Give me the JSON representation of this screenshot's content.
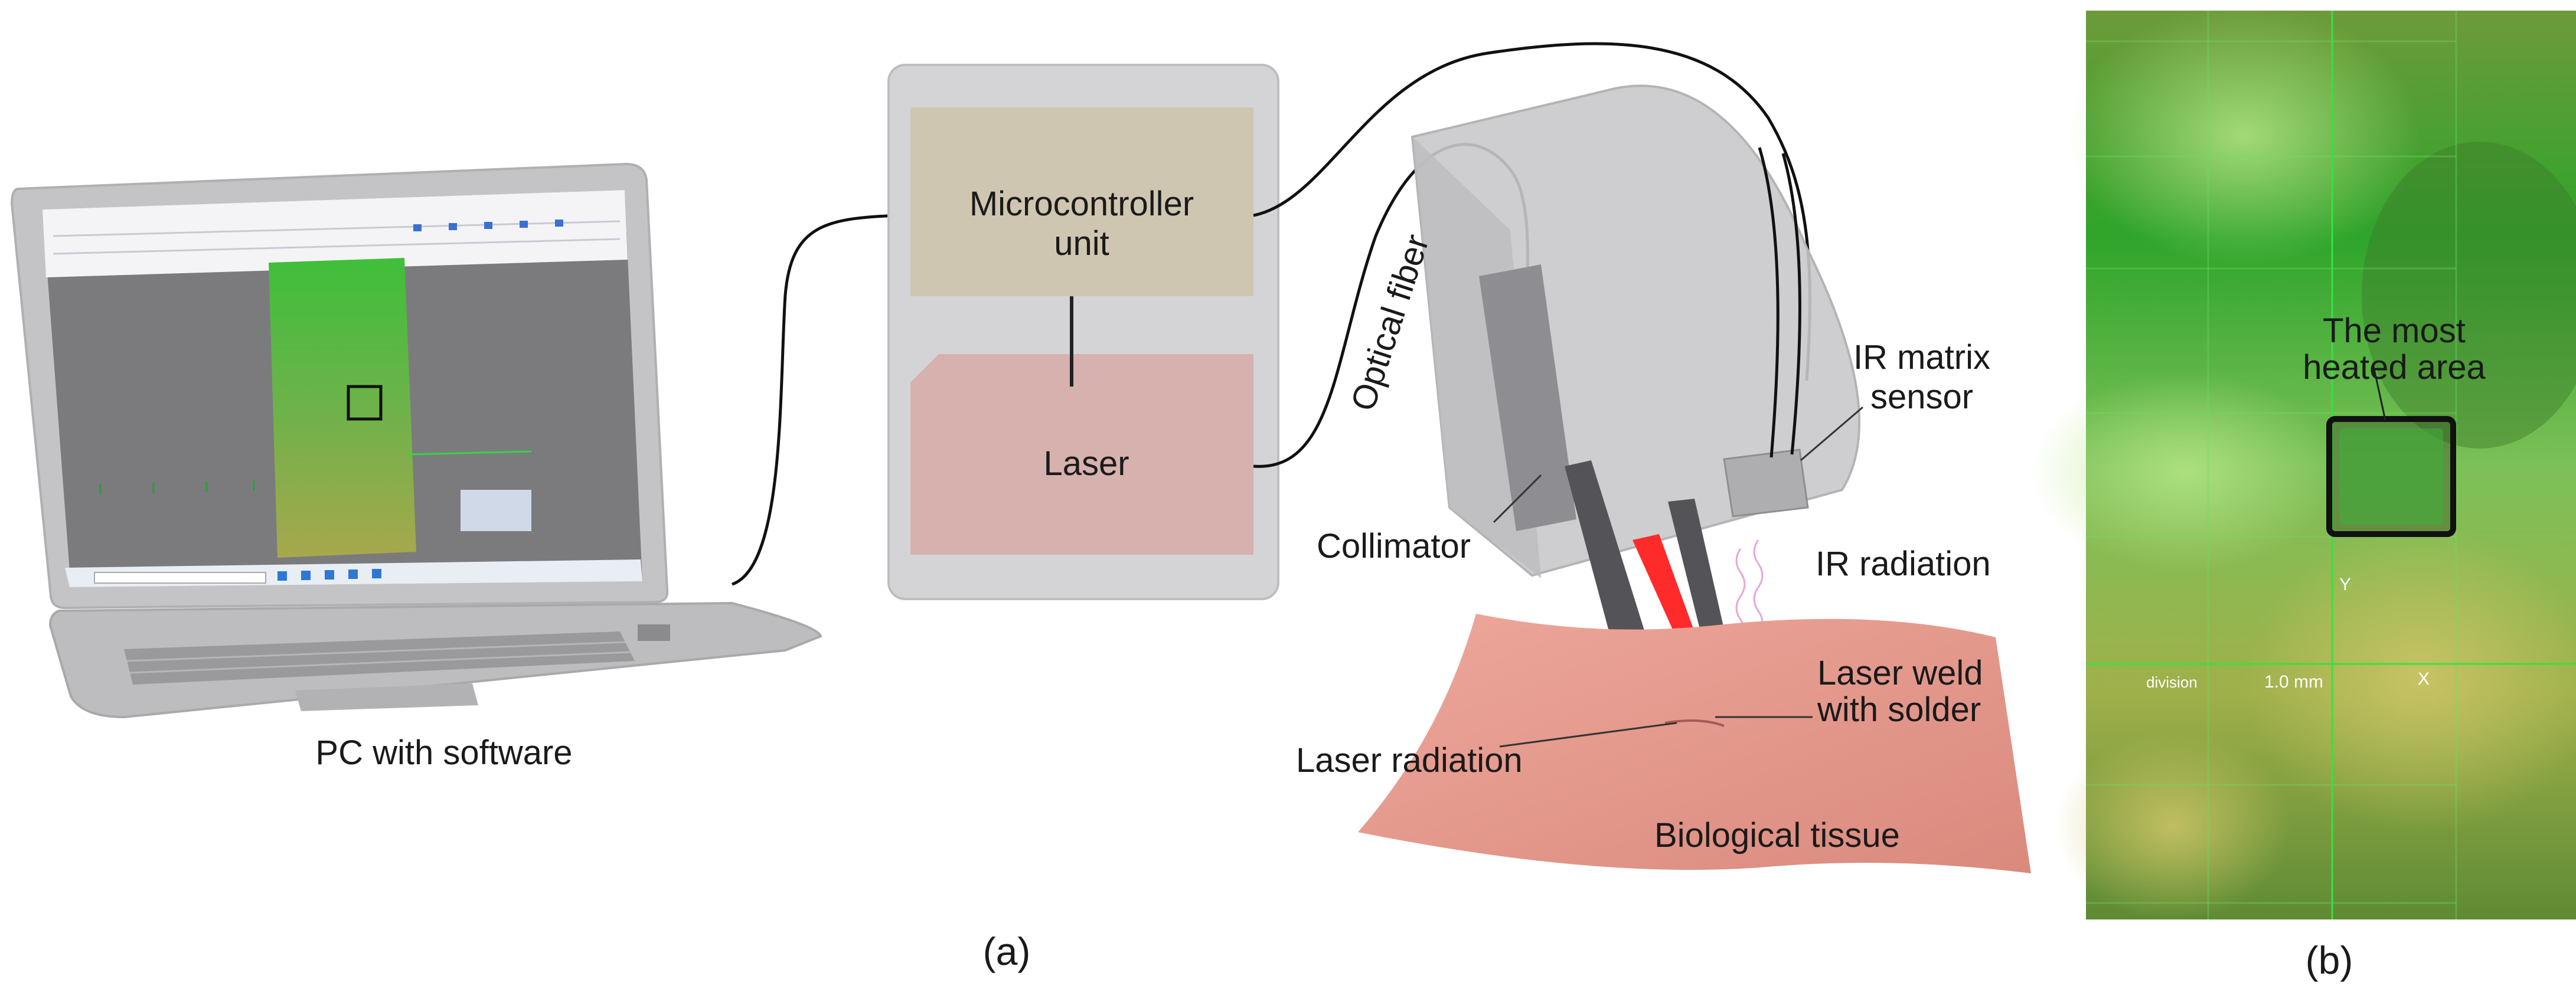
{
  "labels": {
    "pc": "PC with software",
    "microcontroller_line1": "Microcontroller",
    "microcontroller_line2": "unit",
    "laser": "Laser",
    "optical_fiber": "Optical fiber",
    "ir_sensor_line1": "IR matrix",
    "ir_sensor_line2": "sensor",
    "collimator": "Collimator",
    "ir_radiation": "IR radiation",
    "laser_weld_line1": "Laser weld",
    "laser_weld_line2": "with solder",
    "laser_radiation": "Laser radiation",
    "bio_tissue": "Biological tissue",
    "panel_a": "(a)",
    "panel_b": "(b)",
    "heated_line1": "The most",
    "heated_line2": "heated area",
    "division": "division",
    "scale": "1.0 mm",
    "axis_x": "X",
    "axis_y": "Y"
  },
  "colors": {
    "microcontroller_fill": "#cfc6b1",
    "laser_fill": "#d6b1ae",
    "device_body": "#c9c9cb",
    "laser_beam": "#ff2a2a",
    "tissue": "#e39286",
    "thermal_green": "#4fae2c"
  }
}
